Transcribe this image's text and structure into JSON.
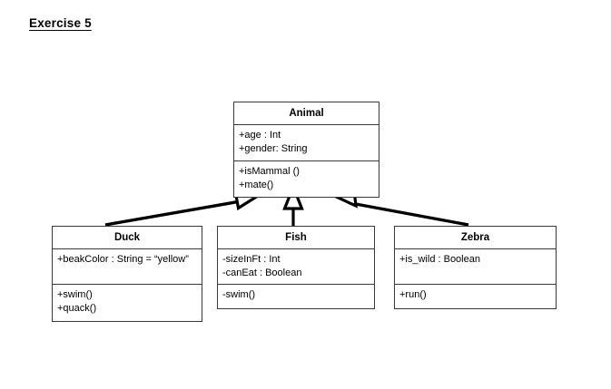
{
  "page": {
    "title": "Exercise 5",
    "background_color": "#ffffff",
    "line_color": "#000000",
    "box_border_color": "#3a3a3a"
  },
  "diagram": {
    "type": "uml-class-diagram",
    "relationship": "generalization",
    "classes": {
      "animal": {
        "name": "Animal",
        "attributes": [
          "+age : Int",
          "+gender: String"
        ],
        "operations": [
          "+isMammal ()",
          "+mate()"
        ]
      },
      "duck": {
        "name": "Duck",
        "attributes": [
          "+beakColor : String = “yellow”"
        ],
        "operations": [
          "+swim()",
          "+quack()"
        ]
      },
      "fish": {
        "name": "Fish",
        "attributes": [
          "-sizeInFt : Int",
          "-canEat : Boolean"
        ],
        "operations": [
          "-swim()"
        ]
      },
      "zebra": {
        "name": "Zebra",
        "attributes": [
          "+is_wild : Boolean"
        ],
        "operations": [
          "+run()"
        ]
      }
    },
    "generalizations": [
      {
        "from": "Duck",
        "to": "Animal"
      },
      {
        "from": "Fish",
        "to": "Animal"
      },
      {
        "from": "Zebra",
        "to": "Animal"
      }
    ]
  }
}
